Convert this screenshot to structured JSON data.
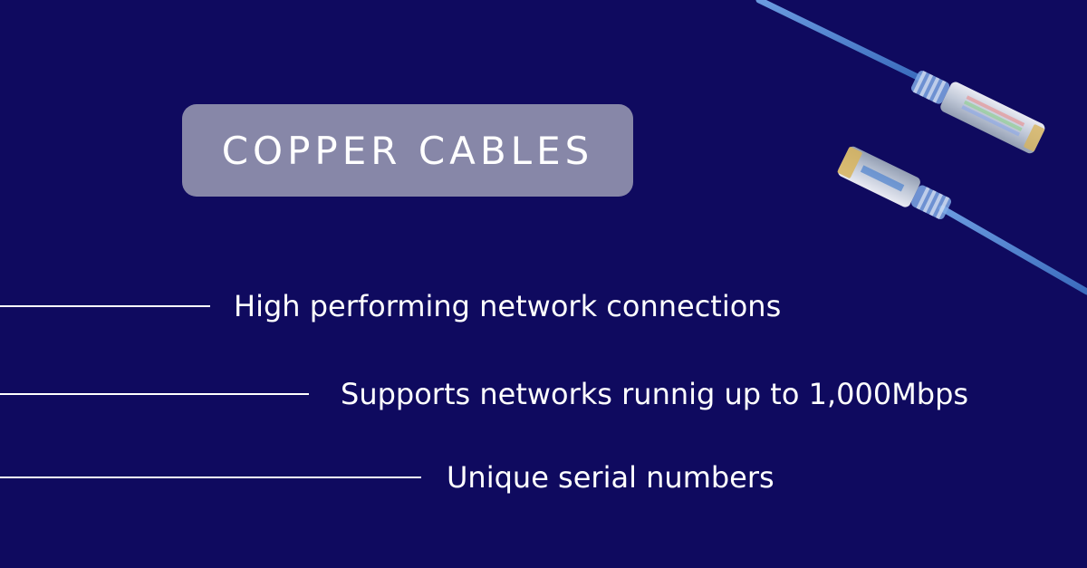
{
  "title": "COPPER CABLES",
  "features": [
    {
      "text": "High performing network connections"
    },
    {
      "text": "Supports networks runnig up to 1,000Mbps"
    },
    {
      "text": "Unique serial numbers"
    }
  ],
  "colors": {
    "background": "#0f0a5f",
    "badge": "#8787a8",
    "text": "#ffffff",
    "cable": "#4d82cf"
  },
  "image": {
    "subject": "ethernet-cables-icon"
  }
}
